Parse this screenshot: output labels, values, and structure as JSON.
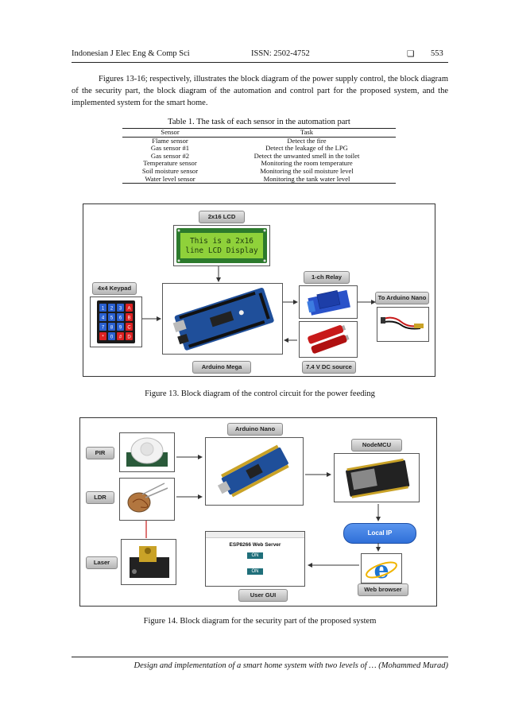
{
  "header": {
    "journal": "Indonesian J Elec Eng & Comp Sci",
    "issn": "ISSN: 2502-4752",
    "box_glyph": "❑",
    "page": "553"
  },
  "intro": "Figures 13-16; respectively, illustrates the block diagram of the power supply control, the block diagram of the security part, the block diagram of the automation and control part for the proposed system, and the implemented system for the smart home.",
  "table1": {
    "caption": "Table 1. The task of each sensor in the automation part",
    "headers": [
      "Sensor",
      "Task"
    ],
    "rows": [
      [
        "Flame sensor",
        "Detect the fire"
      ],
      [
        "Gas sensor #1",
        "Detect the leakage of the LPG"
      ],
      [
        "Gas sensor #2",
        "Detect the unwanted smell in the toilet"
      ],
      [
        "Temperature sensor",
        "Monitoring the room temperature"
      ],
      [
        "Soil moisture sensor",
        "Monitoring the soil moisture level"
      ],
      [
        "Water level sensor",
        "Monitoring the tank water level"
      ]
    ]
  },
  "figure13": {
    "caption": "Figure 13. Block diagram of the control circuit for the power feeding",
    "labels": {
      "lcd": "2x16 LCD",
      "lcd_line1": "This is a 2x16",
      "lcd_line2": "line LCD Display",
      "keypad": "4x4 Keypad",
      "relay": "1-ch Relay",
      "nano": "To Arduino Nano",
      "mega": "Arduino Mega",
      "dc": "7.4 V DC source"
    },
    "keypad_keys": [
      "1",
      "2",
      "3",
      "A",
      "4",
      "5",
      "6",
      "B",
      "7",
      "8",
      "9",
      "C",
      "*",
      "0",
      "#",
      "D"
    ]
  },
  "figure14": {
    "caption": "Figure 14. Block diagram for the security part of the proposed system",
    "labels": {
      "nano": "Arduino Nano",
      "nodemcu": "NodeMCU",
      "pir": "PIR",
      "ldr": "LDR",
      "laser": "Laser",
      "local_ip": "Local IP",
      "gui": "User GUI",
      "browser": "Web browser",
      "web_title": "ESP8266 Web Server",
      "on1": "ON",
      "on2": "ON"
    }
  },
  "footer": "Design and implementation of a smart home system with two levels of … (Mohammed Murad)",
  "colors": {
    "lcd_green": "#8fd13a",
    "board_blue": "#1f4f9a",
    "relay_blue": "#2a52c9",
    "battery_red": "#c81a1a",
    "pill_blue": "#2f6fd8",
    "button_teal": "#1f6f7a"
  }
}
